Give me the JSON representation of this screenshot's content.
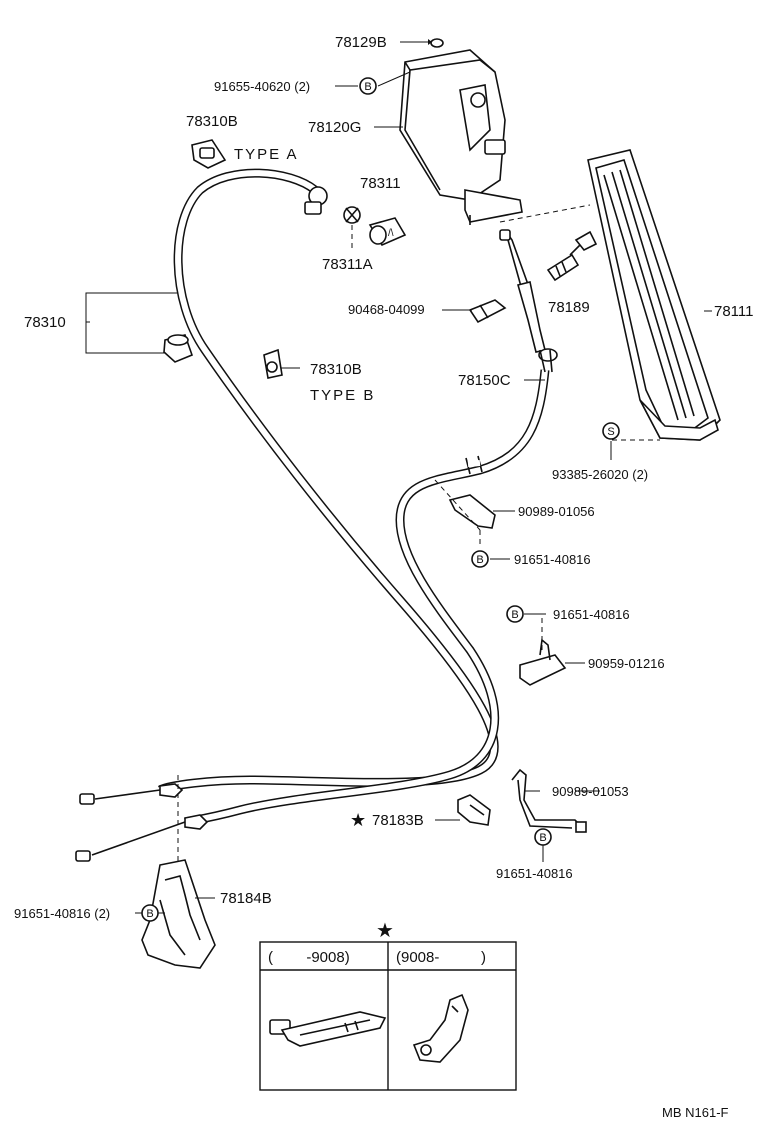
{
  "diagram_id": "MB  N161-F",
  "parts": {
    "p78129B": "78129B",
    "p91655": "91655-40620 (2)",
    "p78310B_a": "78310B",
    "type_a": "TYPE  A",
    "p78120G": "78120G",
    "p78311": "78311",
    "p78311A": "78311A",
    "p78310": "78310",
    "p90468": "90468-04099",
    "p78189": "78189",
    "p78111": "78111",
    "p78310B_b": "78310B",
    "type_b": "TYPE  B",
    "p78150C": "78150C",
    "p93385": "93385-26020 (2)",
    "p90989_01056": "90989-01056",
    "p91651_a": "91651-40816",
    "p91651_b": "91651-40816",
    "p90959": "90959-01216",
    "p90989_01053": "90989-01053",
    "p78183B": "78183B",
    "p91651_c": "91651-40816",
    "p78184B": "78184B",
    "p91651_d": "91651-40816 (2)"
  },
  "symbols": {
    "bolt": "B",
    "screw": "S",
    "star": "★"
  },
  "variant_table": {
    "col1": "(        -9008)",
    "col2": "(9008-          )"
  }
}
